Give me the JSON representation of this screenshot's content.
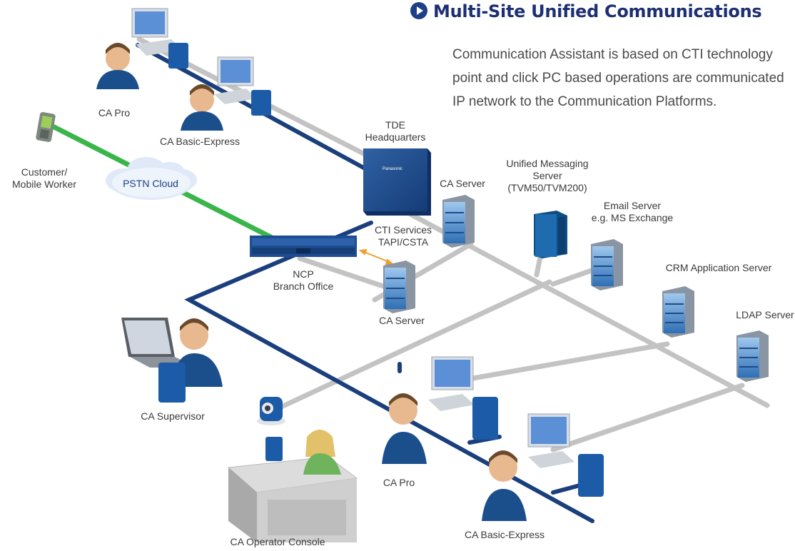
{
  "title": "Multi-Site Unified Communications",
  "description": [
    "Communication Assistant is based on CTI technology",
    "point and click PC based operations are communicated",
    "IP network to the Communication Platforms."
  ],
  "labels": {
    "ca_pro_top": "CA Pro",
    "ca_basic_top": "CA Basic-Express",
    "customer": [
      "Customer/",
      "Mobile Worker"
    ],
    "pstn": "PSTN Cloud",
    "tde": [
      "TDE",
      "Headquarters"
    ],
    "ca_server_top": "CA Server",
    "ums": [
      "Unified Messaging",
      "Server",
      "(TVM50/TVM200)"
    ],
    "email": [
      "Email Server",
      "e.g. MS Exchange"
    ],
    "cti": [
      "CTI Services",
      "TAPI/CSTA"
    ],
    "ncp": [
      "NCP",
      "Branch Office"
    ],
    "ca_server_mid": "CA Server",
    "crm": "CRM Application Server",
    "ldap": "LDAP Server",
    "supervisor": "CA Supervisor",
    "ca_pro_bottom": "CA Pro",
    "operator": "CA Operator Console",
    "ca_basic_bottom": "CA Basic-Express"
  },
  "device_brand": "Panasonic",
  "colors": {
    "title": "#1d2f73",
    "lan_navy": "#1a3f7c",
    "ip_gray": "#c3c3c3",
    "pstn_green": "#39b54a",
    "cti_arrow": "#f0a030"
  }
}
